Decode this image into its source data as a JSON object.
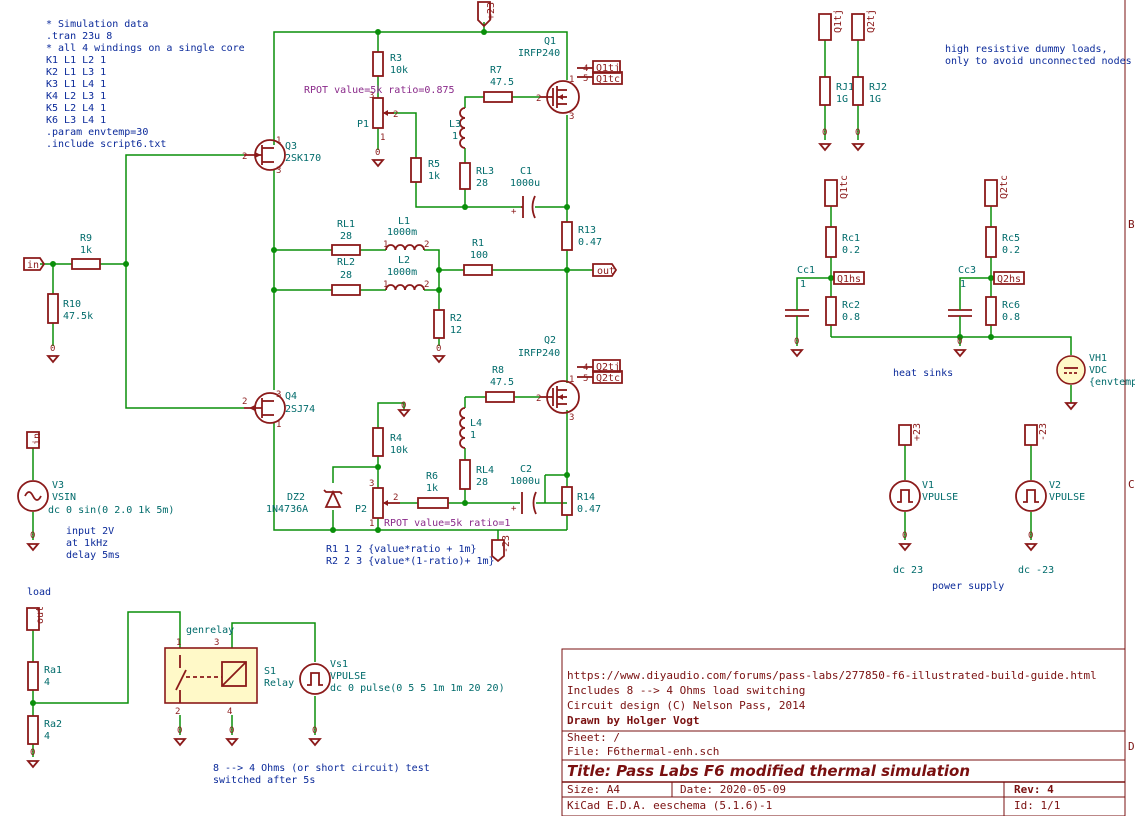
{
  "sim_notes": [
    "* Simulation data",
    ".tran 23u 8",
    "* all 4 windings on a single core",
    "K1 L1 L2 1",
    "K2 L1 L3 1",
    "K3 L1 L4 1",
    "K4 L2 L3 1",
    "K5 L2 L4 1",
    "K6 L3 L4 1",
    ".param envtemp=30",
    ".include script6.txt"
  ],
  "dummy_note": [
    "high resistive dummy loads,",
    "only to avoid unconnected nodes"
  ],
  "input_note": [
    "input 2V",
    "at 1kHz",
    "delay 5ms"
  ],
  "load_note": [
    "8 --> 4 Ohms (or short circuit) test",
    "switched after 5s"
  ],
  "rpot1": "RPOT value=5k ratio=0.875",
  "rpot2": "RPOT value=5k ratio=1",
  "pot_lines": [
    "R1 1 2 {value*ratio + 1m}",
    "R2 2 3 {value*(1-ratio)+ 1m}"
  ],
  "labels": {
    "heat_sinks": "heat sinks",
    "power_supply": "power supply",
    "load": "load",
    "genrelay": "genrelay",
    "in": "in",
    "out": "out",
    "p23": "+23",
    "m23": "-23",
    "q1tj": "Q1tj",
    "q1tc": "Q1tc",
    "q2tj": "Q2tj",
    "q2tc": "Q2tc",
    "q1hs": "Q1hs",
    "q2hs": "Q2hs"
  },
  "components": {
    "R9": [
      "R9",
      "1k"
    ],
    "R10": [
      "R10",
      "47.5k"
    ],
    "R3": [
      "R3",
      "10k"
    ],
    "P1": [
      "P1",
      ""
    ],
    "R5": [
      "R5",
      "1k"
    ],
    "R7": [
      "R7",
      "47.5"
    ],
    "L3": [
      "L3",
      "1"
    ],
    "RL3": [
      "RL3",
      "28"
    ],
    "C1": [
      "C1",
      "1000u"
    ],
    "Q1": [
      "Q1",
      "IRFP240"
    ],
    "Q2": [
      "Q2",
      "IRFP240"
    ],
    "Q3": [
      "Q3",
      "2SK170"
    ],
    "Q4": [
      "Q4",
      "2SJ74"
    ],
    "RL1": [
      "RL1",
      "28"
    ],
    "RL2": [
      "RL2",
      "28"
    ],
    "L1": [
      "L1",
      "1000m"
    ],
    "L2": [
      "L2",
      "1000m"
    ],
    "R1": [
      "R1",
      "100"
    ],
    "R2": [
      "R2",
      "12"
    ],
    "R13": [
      "R13",
      "0.47"
    ],
    "R14": [
      "R14",
      "0.47"
    ],
    "R4": [
      "R4",
      "10k"
    ],
    "R6": [
      "R6",
      "1k"
    ],
    "R8": [
      "R8",
      "47.5"
    ],
    "L4": [
      "L4",
      "1"
    ],
    "RL4": [
      "RL4",
      "28"
    ],
    "C2": [
      "C2",
      "1000u"
    ],
    "DZ2": [
      "DZ2",
      "1N4736A"
    ],
    "P2": [
      "P2",
      ""
    ],
    "RJ1": [
      "RJ1",
      "1G"
    ],
    "RJ2": [
      "RJ2",
      "1G"
    ],
    "Rc1": [
      "Rc1",
      "0.2"
    ],
    "Rc2": [
      "Rc2",
      "0.8"
    ],
    "Rc5": [
      "Rc5",
      "0.2"
    ],
    "Rc6": [
      "Rc6",
      "0.8"
    ],
    "Cc1": [
      "Cc1",
      "1"
    ],
    "Cc3": [
      "Cc3",
      "1"
    ],
    "VH1": [
      "VH1",
      "VDC"
    ],
    "VH1b": [
      "",
      "{envtemp}"
    ],
    "V1": [
      "V1",
      "VPULSE"
    ],
    "V2": [
      "V2",
      "VPULSE"
    ],
    "V3": [
      "V3",
      "VSIN"
    ],
    "Ra1": [
      "Ra1",
      "4"
    ],
    "Ra2": [
      "Ra2",
      "4"
    ],
    "S1": [
      "S1",
      "Relay"
    ],
    "Vs1": [
      "Vs1",
      "VPULSE"
    ]
  },
  "source_values": {
    "V3": "dc 0 sin(0 2.0 1k 5m)",
    "V1": "dc 23",
    "V2": "dc -23",
    "Vs1": "dc 0 pulse(0 5 5 1m 1m 20 20)"
  },
  "titleblock": {
    "url": "https://www.diyaudio.com/forums/pass-labs/277850-f6-illustrated-build-guide.html",
    "line2": "Includes 8 --> 4 Ohms load switching",
    "line3": "Circuit design (C) Nelson Pass, 2014",
    "drawn_by": "Drawn by Holger Vogt",
    "sheet": "Sheet: /",
    "file": "File: F6thermal-enh.sch",
    "title": "Title: Pass Labs F6 modified thermal simulation",
    "size": "Size: A4",
    "date": "Date: 2020-05-09",
    "rev": "Rev: 4",
    "kicad": "KiCad E.D.A.  eeschema (5.1.6)-1",
    "id": "Id: 1/1"
  },
  "border_letters": [
    "B",
    "C",
    "D"
  ],
  "colors": {
    "wire": "#0a8f0a",
    "component": "#8b1a1a",
    "reference": "#006b6b",
    "note": "#0b2a9a",
    "title": "#7a1010"
  }
}
